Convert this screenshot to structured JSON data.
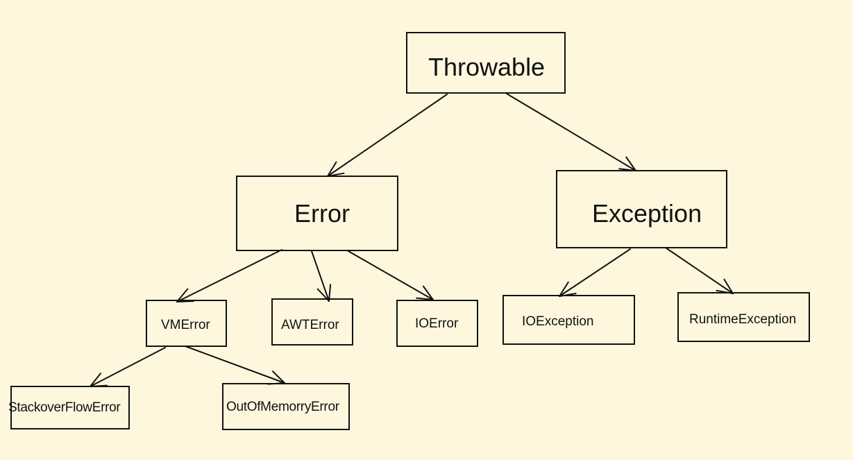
{
  "colors": {
    "background": "#FEF7DE",
    "stroke": "#111111"
  },
  "nodes": {
    "throwable": "Throwable",
    "error": "Error",
    "exception": "Exception",
    "vmerror": "VMError",
    "awterror": "AWTError",
    "ioerror": "IOError",
    "ioexception": "IOException",
    "runtimeexception": "RuntimeException",
    "stackoverflowerror": "StackoverFlowError",
    "outofmemoryerror": "OutOfMemorryError"
  },
  "edges": [
    {
      "from": "throwable",
      "to": "error"
    },
    {
      "from": "throwable",
      "to": "exception"
    },
    {
      "from": "error",
      "to": "vmerror"
    },
    {
      "from": "error",
      "to": "awterror"
    },
    {
      "from": "error",
      "to": "ioerror"
    },
    {
      "from": "exception",
      "to": "ioexception"
    },
    {
      "from": "exception",
      "to": "runtimeexception"
    },
    {
      "from": "vmerror",
      "to": "stackoverflowerror"
    },
    {
      "from": "vmerror",
      "to": "outofmemoryerror"
    }
  ]
}
